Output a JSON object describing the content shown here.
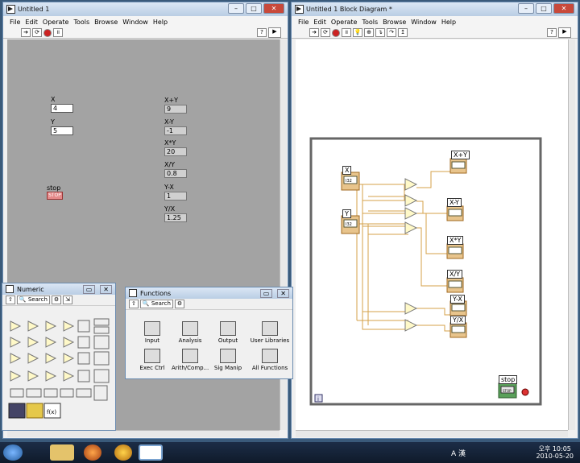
{
  "front_panel": {
    "title": "Untitled 1",
    "menu": [
      "File",
      "Edit",
      "Operate",
      "Tools",
      "Browse",
      "Window",
      "Help"
    ],
    "controls": [
      {
        "label": "X",
        "value": "4"
      },
      {
        "label": "Y",
        "value": "5"
      }
    ],
    "stop_label": "stop",
    "stop_button_text": "STOP",
    "indicators": [
      {
        "label": "X+Y",
        "value": "9"
      },
      {
        "label": "X-Y",
        "value": "-1"
      },
      {
        "label": "X*Y",
        "value": "20"
      },
      {
        "label": "X/Y",
        "value": "0.8"
      },
      {
        "label": "Y-X",
        "value": "1"
      },
      {
        "label": "Y/X",
        "value": "1.25"
      }
    ]
  },
  "block_diagram": {
    "title": "Untitled 1 Block Diagram *",
    "menu": [
      "File",
      "Edit",
      "Operate",
      "Tools",
      "Browse",
      "Window",
      "Help"
    ],
    "terminal_inputs": [
      "X",
      "Y"
    ],
    "terminal_outputs": [
      "X+Y",
      "X-Y",
      "X*Y",
      "X/Y",
      "Y-X",
      "Y/X"
    ],
    "terminal_type": "I32",
    "stop_label": "stop",
    "stop_text": "STOP",
    "loop_iteration": "i"
  },
  "numeric_palette": {
    "title": "Numeric",
    "search_label": "Search"
  },
  "functions_palette": {
    "title": "Functions",
    "search_label": "Search",
    "items": [
      "Input",
      "Analysis",
      "Output",
      "User Libraries",
      "Exec Ctrl",
      "Arith/Comp...",
      "Sig Manip",
      "All Functions"
    ]
  },
  "taskbar": {
    "time": "오후 10:05",
    "date": "2010-05-20",
    "ime": "A 漢"
  },
  "colors": {
    "panel_gray": "#a3a3a3",
    "wire_orange": "#d4a24a",
    "terminal_fill": "#e8c48c"
  }
}
